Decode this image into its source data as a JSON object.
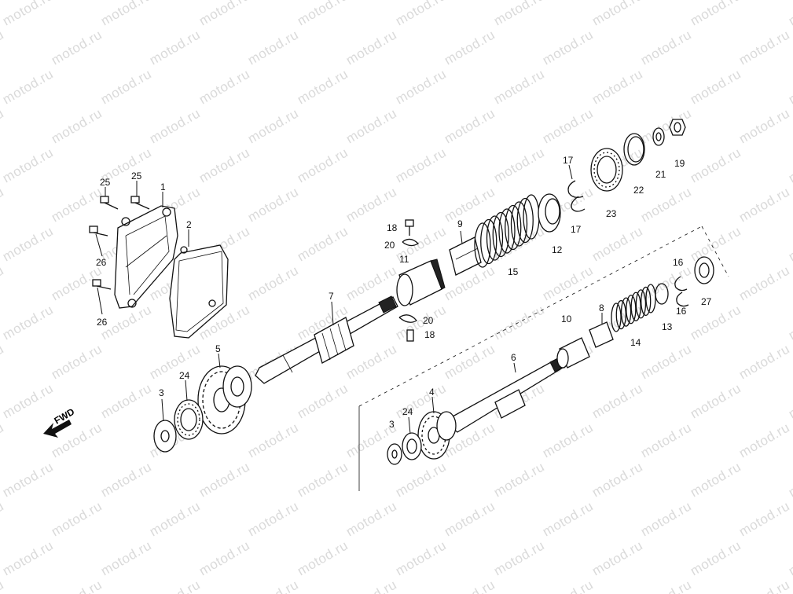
{
  "watermark": {
    "text": "motod.ru"
  },
  "direction_marker": {
    "label": "FWD"
  },
  "callouts": [
    {
      "id": "p1",
      "text": "1"
    },
    {
      "id": "p2",
      "text": "2"
    },
    {
      "id": "p3a",
      "text": "3"
    },
    {
      "id": "p3b",
      "text": "3"
    },
    {
      "id": "p4",
      "text": "4"
    },
    {
      "id": "p5",
      "text": "5"
    },
    {
      "id": "p6",
      "text": "6"
    },
    {
      "id": "p7",
      "text": "7"
    },
    {
      "id": "p8",
      "text": "8"
    },
    {
      "id": "p9",
      "text": "9"
    },
    {
      "id": "p10",
      "text": "10"
    },
    {
      "id": "p11",
      "text": "11"
    },
    {
      "id": "p12",
      "text": "12"
    },
    {
      "id": "p13",
      "text": "13"
    },
    {
      "id": "p14",
      "text": "14"
    },
    {
      "id": "p15",
      "text": "15"
    },
    {
      "id": "p16a",
      "text": "16"
    },
    {
      "id": "p16b",
      "text": "16"
    },
    {
      "id": "p17a",
      "text": "17"
    },
    {
      "id": "p17b",
      "text": "17"
    },
    {
      "id": "p18a",
      "text": "18"
    },
    {
      "id": "p18b",
      "text": "18"
    },
    {
      "id": "p19",
      "text": "19"
    },
    {
      "id": "p20a",
      "text": "20"
    },
    {
      "id": "p20b",
      "text": "20"
    },
    {
      "id": "p21",
      "text": "21"
    },
    {
      "id": "p22",
      "text": "22"
    },
    {
      "id": "p23",
      "text": "23"
    },
    {
      "id": "p24a",
      "text": "24"
    },
    {
      "id": "p24b",
      "text": "24"
    },
    {
      "id": "p25a",
      "text": "25"
    },
    {
      "id": "p25b",
      "text": "25"
    },
    {
      "id": "p26a",
      "text": "26"
    },
    {
      "id": "p26b",
      "text": "26"
    },
    {
      "id": "p27",
      "text": "27"
    }
  ]
}
